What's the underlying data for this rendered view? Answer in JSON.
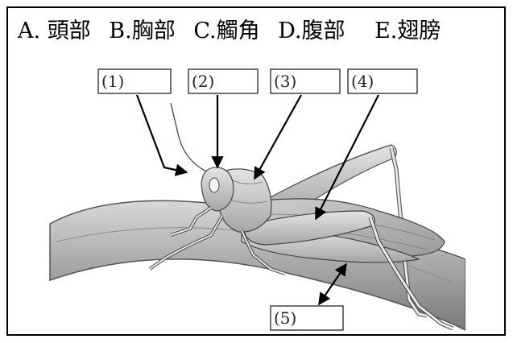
{
  "options": [
    {
      "letter": "A.",
      "text": "頭部"
    },
    {
      "letter": "B.",
      "text": "胸部"
    },
    {
      "letter": "C.",
      "text": "觸角"
    },
    {
      "letter": "D.",
      "text": "腹部"
    },
    {
      "letter": "E.",
      "text": "翅膀"
    }
  ],
  "labels": [
    "(1)",
    "(2)",
    "(3)",
    "(4)",
    "(5)"
  ]
}
